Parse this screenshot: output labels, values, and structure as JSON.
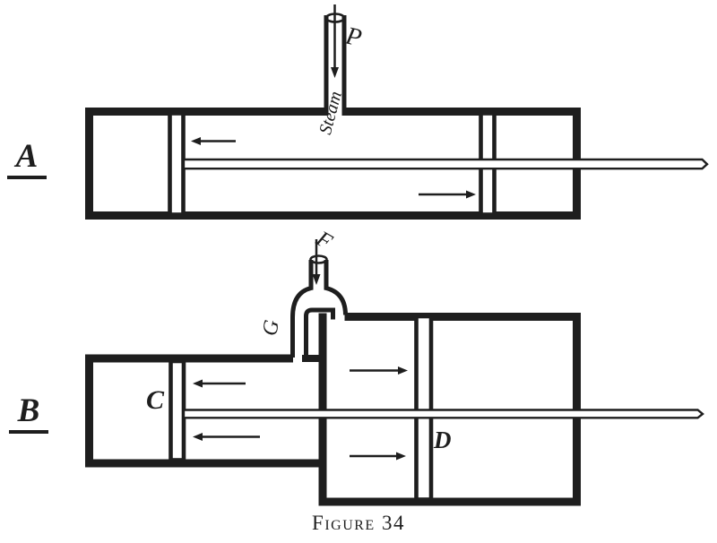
{
  "page": {
    "ink_color": "#1e1e1e",
    "paper_color": "#ffffff"
  },
  "caption": "Figure 34",
  "diagram_a": {
    "label": "A",
    "steam_pipe_label": "P",
    "steam_flow_label": "Steam"
  },
  "diagram_b": {
    "label": "B",
    "high_pressure_piston_label": "C",
    "low_pressure_piston_label": "D",
    "steam_inlet_label": "F",
    "transfer_passage_label": "G"
  }
}
